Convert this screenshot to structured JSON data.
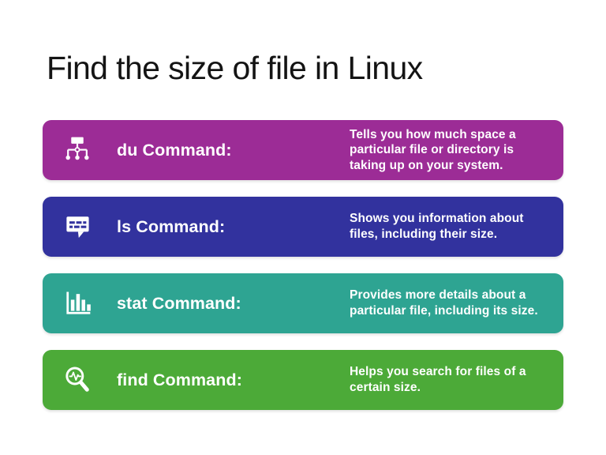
{
  "title": "Find the size of file in Linux",
  "colors": {
    "background": "#ffffff",
    "title_text": "#141414",
    "row_text": "#ffffff",
    "du_row": "#9C2C96",
    "ls_row": "#32329E",
    "stat_row": "#2EA492",
    "find_row": "#4CAA38"
  },
  "rows": [
    {
      "icon": "sitemap-icon",
      "label": "du Command:",
      "description": "Tells you how much space a particular file or directory is taking up on your system.",
      "color": "#9C2C96"
    },
    {
      "icon": "chat-bubble-icon",
      "label": "ls Command:",
      "description": "Shows you information about files, including their size.",
      "color": "#32329E"
    },
    {
      "icon": "bar-chart-icon",
      "label": "stat Command:",
      "description": "Provides more details about a particular file, including its size.",
      "color": "#2EA492"
    },
    {
      "icon": "search-pulse-icon",
      "label": "find Command:",
      "description": "Helps you search for files of a certain size.",
      "color": "#4CAA38"
    }
  ]
}
